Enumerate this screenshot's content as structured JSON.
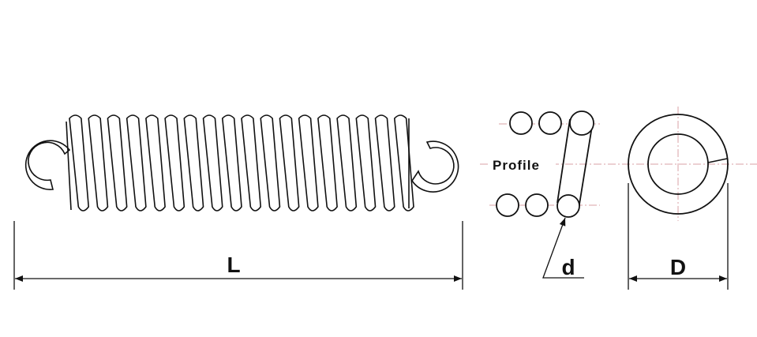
{
  "labels": {
    "length": "L",
    "wire_diameter": "d",
    "outer_diameter": "D",
    "profile": "Profile"
  },
  "spring": {
    "coil_count": 18
  },
  "colors": {
    "stroke": "#111111",
    "centerline": "#d9a0a6",
    "background": "#ffffff"
  }
}
